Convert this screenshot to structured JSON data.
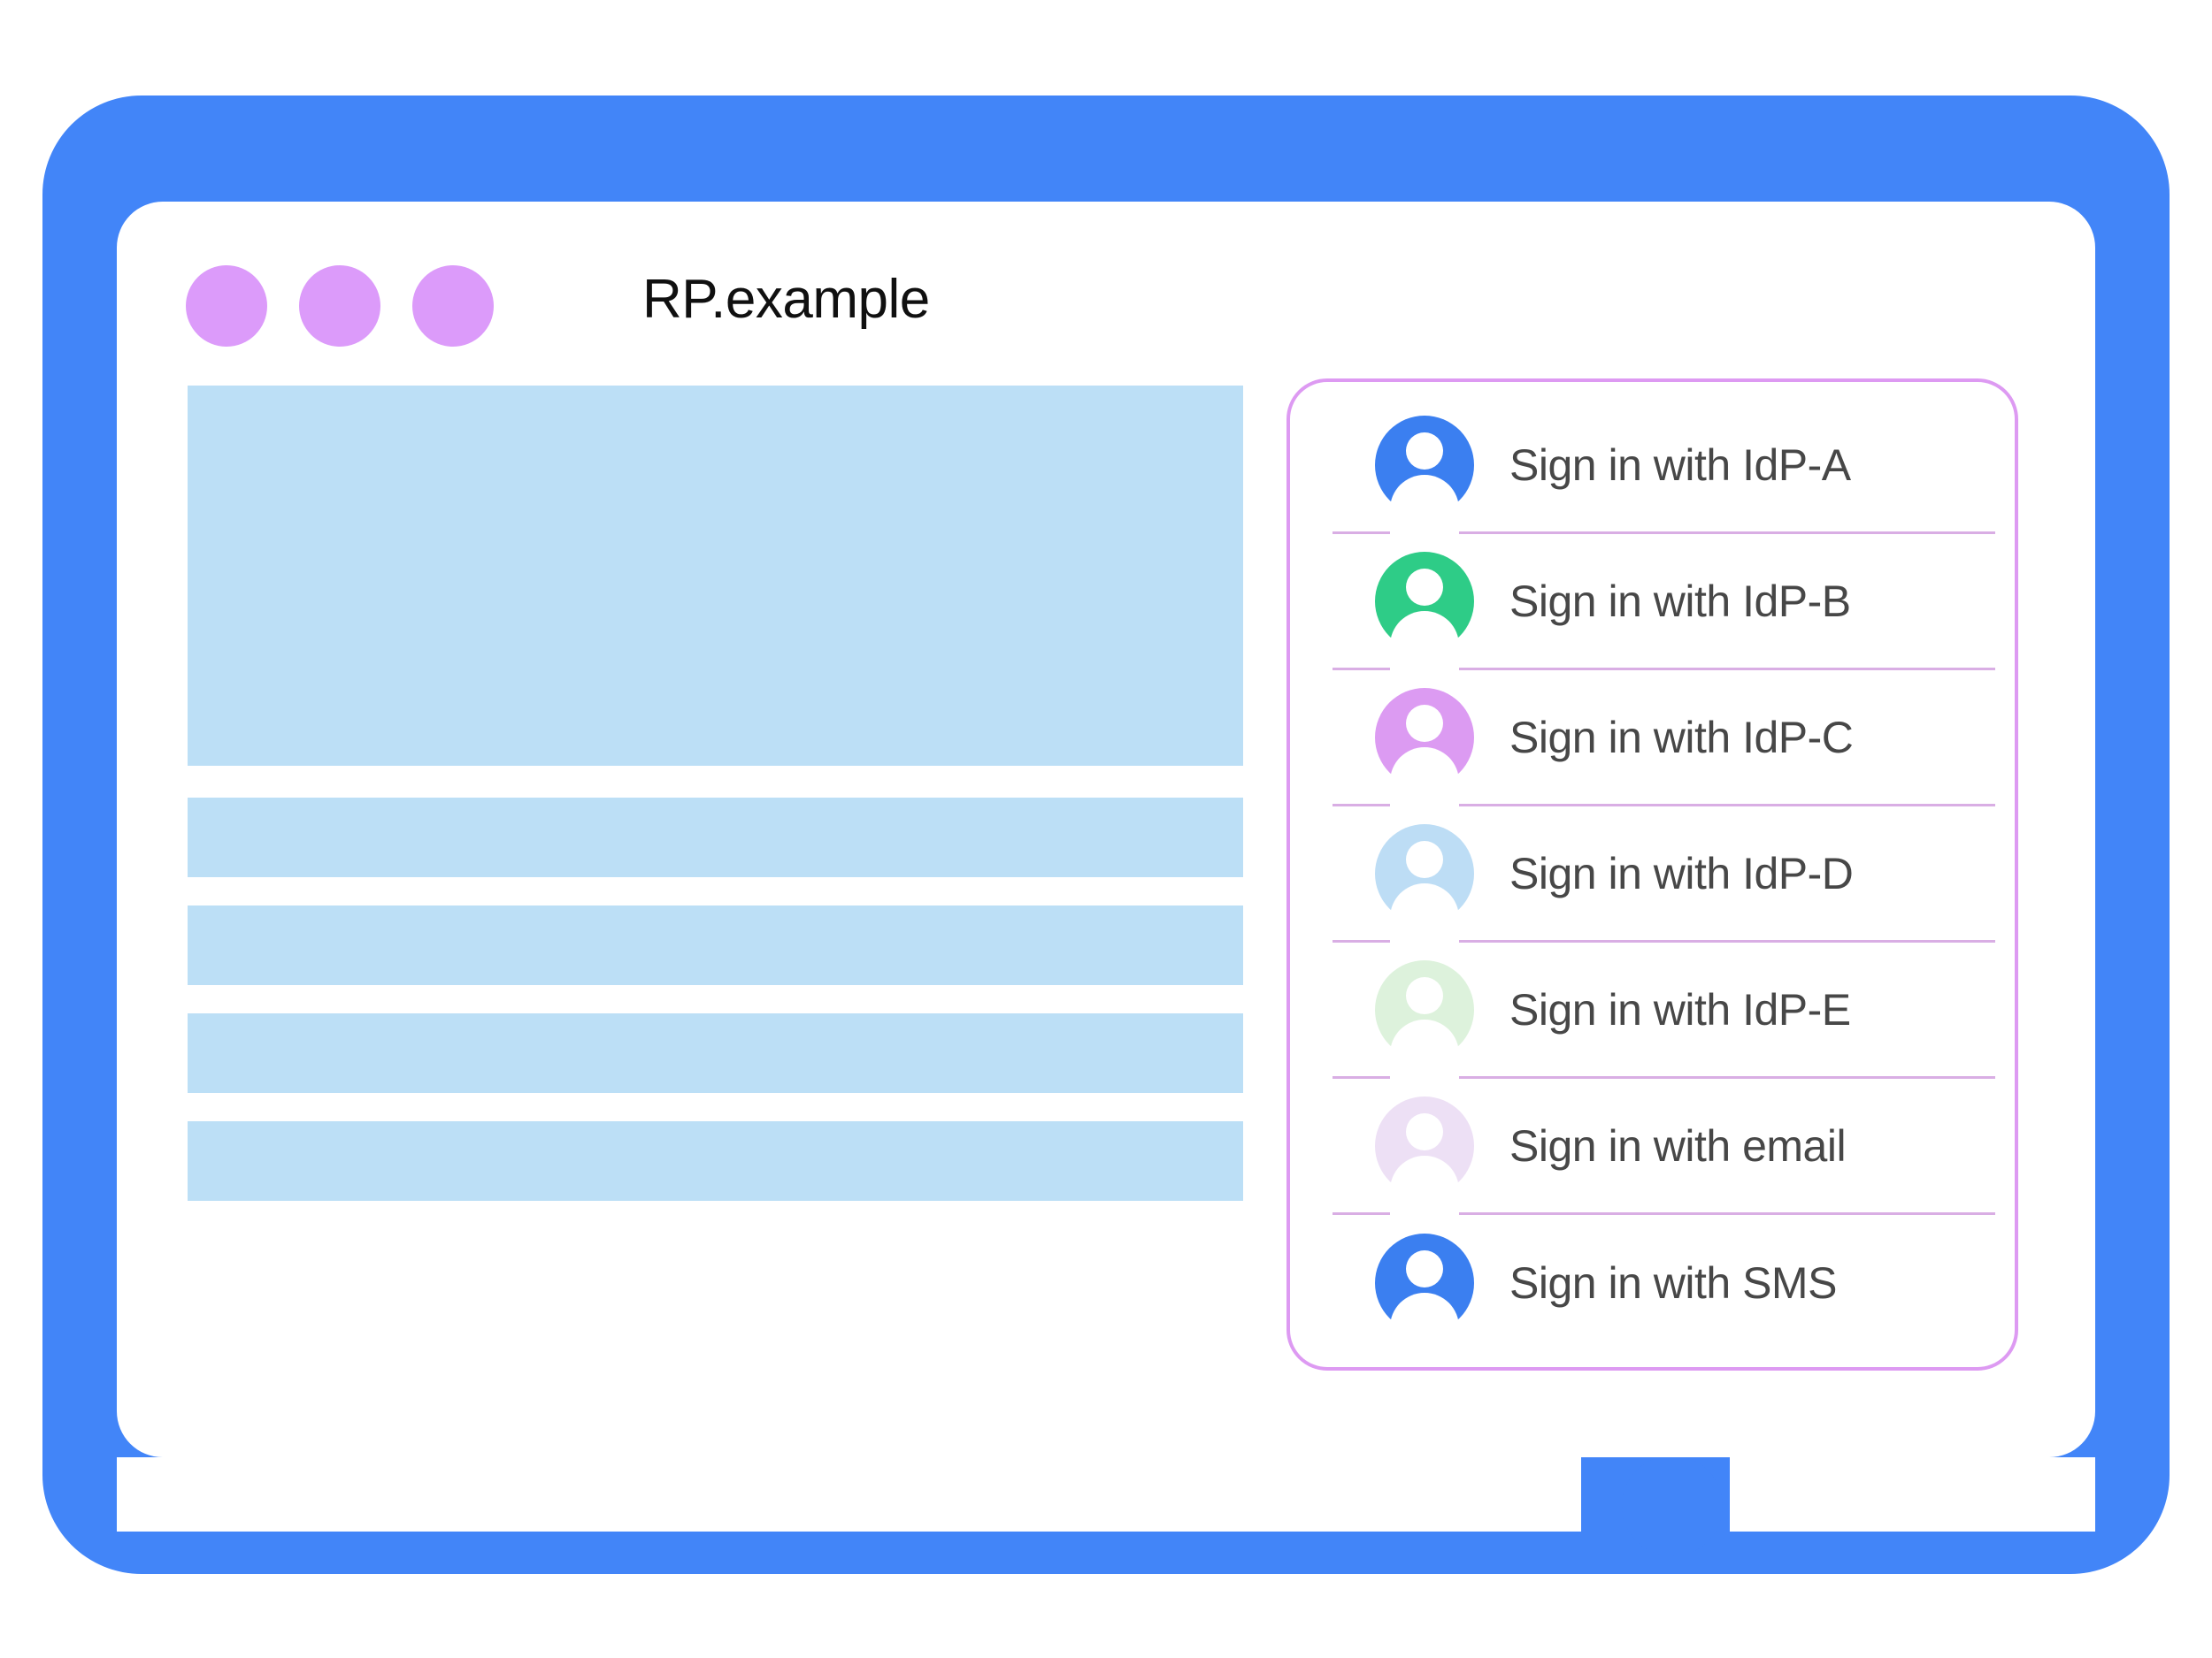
{
  "window": {
    "title": "RP.example",
    "traffic_dots": [
      "dot-1",
      "dot-2",
      "dot-3"
    ],
    "dot_color": "#dc9bfa"
  },
  "device": {
    "frame_color": "#4285f8",
    "home_button": "home-button"
  },
  "content": {
    "placeholder_color": "#bcdff6",
    "blocks": [
      {
        "name": "hero-block"
      },
      {
        "name": "text-bar-1"
      },
      {
        "name": "text-bar-2"
      },
      {
        "name": "text-bar-3"
      },
      {
        "name": "text-bar-4"
      }
    ]
  },
  "signin_panel": {
    "border_color": "#dd9af2",
    "divider_color": "#d9aee4",
    "label_color": "#474747",
    "options": [
      {
        "label": "Sign in with IdP-A",
        "icon": "account-avatar-icon",
        "avatar_color": "#3b7ff0"
      },
      {
        "label": "Sign in with IdP-B",
        "icon": "account-avatar-icon",
        "avatar_color": "#2ecc87"
      },
      {
        "label": "Sign in with IdP-C",
        "icon": "account-avatar-icon",
        "avatar_color": "#dc9bf2"
      },
      {
        "label": "Sign in with IdP-D",
        "icon": "account-avatar-icon",
        "avatar_color": "#bdddf5"
      },
      {
        "label": "Sign in with IdP-E",
        "icon": "account-avatar-icon",
        "avatar_color": "#ddf2dc"
      },
      {
        "label": "Sign in with email",
        "icon": "account-avatar-icon",
        "avatar_color": "#ede0f5"
      },
      {
        "label": "Sign in with SMS",
        "icon": "account-avatar-icon",
        "avatar_color": "#3b7ff0"
      }
    ]
  }
}
